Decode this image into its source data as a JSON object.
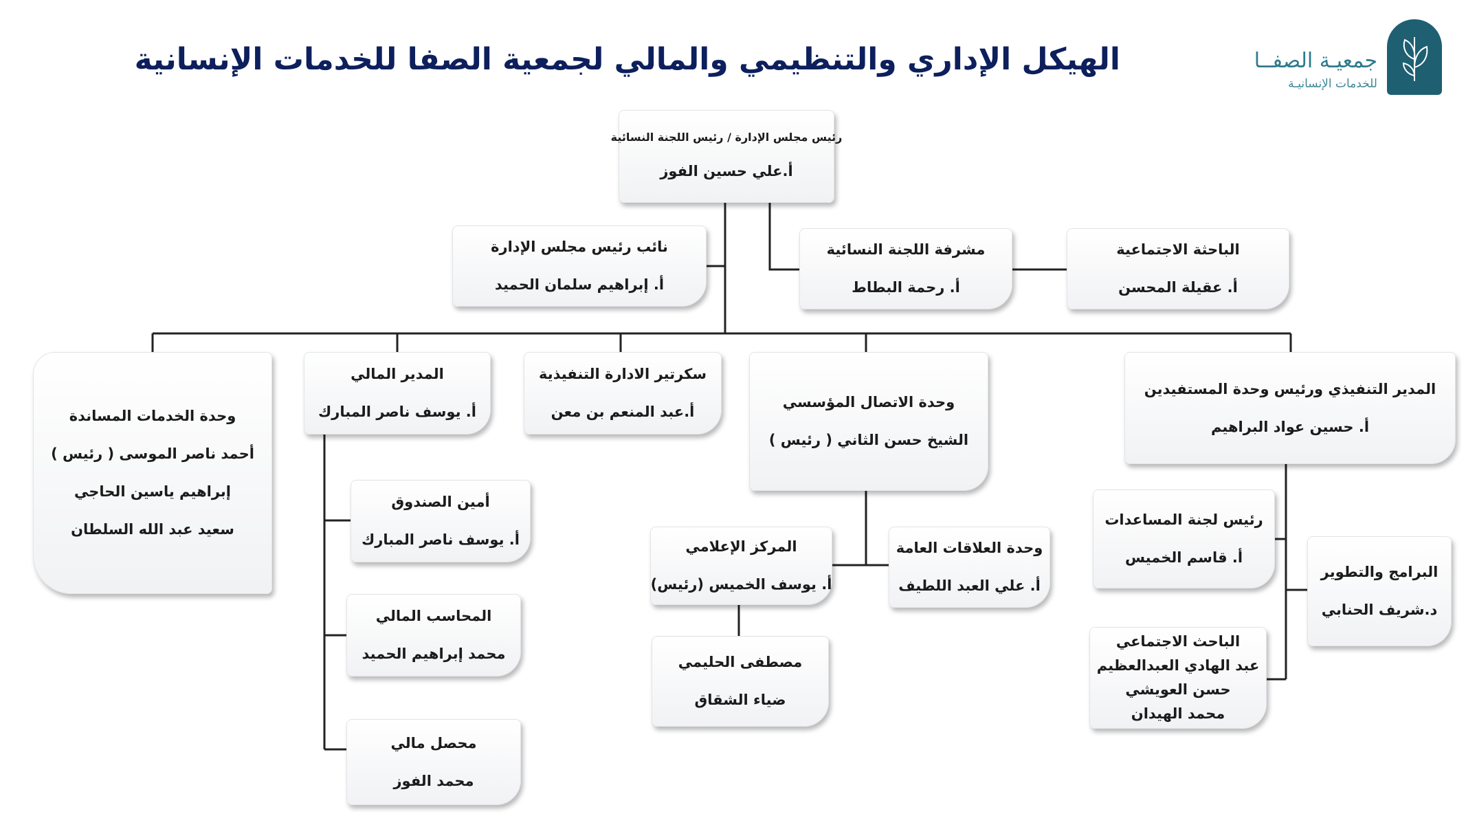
{
  "title": "الهيكل الإداري والتنظيمي والمالي لجمعية الصفا للخدمات الإنسانية",
  "logo": {
    "name": "جمعيـة الصفــا",
    "subtitle": "للخدمات الإنسانيـة",
    "icon": "leaf-icon",
    "color": "#1e5f72"
  },
  "colors": {
    "title": "#0d1f5c",
    "lines": "#222222"
  },
  "chart": {
    "chairman": {
      "role": "رئيس مجلس الإدارة / رئيس اللجنة النسائية",
      "name": "أ.علي حسين الفوز"
    },
    "vice_chairman": {
      "role": "نائب رئيس مجلس الإدارة",
      "name": "أ. إبراهيم سلمان الحميد"
    },
    "women_supervisor": {
      "role": "مشرفة اللجنة النسائية",
      "name": "أ. رحمة البطاط"
    },
    "social_researcher_f": {
      "role": "الباحثة الاجتماعية",
      "name": "أ. عقيلة المحسن"
    },
    "support_services": {
      "role": "وحدة الخدمات المساندة",
      "members": [
        "أحمد ناصر الموسى ( رئيس )",
        "إبراهيم ياسين الحاجي",
        "سعيد عبد الله السلطان"
      ]
    },
    "financial_manager": {
      "role": "المدير المالي",
      "name": "أ. يوسف ناصر المبارك"
    },
    "executive_secretary": {
      "role": "سكرتير الادارة التنفيذية",
      "name": "أ.عبد المنعم بن معن"
    },
    "corporate_comm": {
      "role": "وحدة الاتصال المؤسسي",
      "name": "الشيخ حسن الثاني ( رئيس )"
    },
    "executive_director": {
      "role": "المدير التنفيذي ورئيس وحدة المستفيدين",
      "name": "أ. حسين عواد البراهيم"
    },
    "treasurer": {
      "role": "أمين الصندوق",
      "name": "أ. يوسف ناصر المبارك"
    },
    "accountant": {
      "role": "المحاسب المالي",
      "name": "محمد إبراهيم الحميد"
    },
    "collector": {
      "role": "محصل مالي",
      "name": "محمد الفوز"
    },
    "media_center": {
      "role": "المركز الإعلامي",
      "name": "أ. يوسف الخميس (رئيس)"
    },
    "media_staff": {
      "line1": "مصطفى الحليمي",
      "line2": "ضياء الشقاق"
    },
    "public_relations": {
      "role": "وحدة العلاقات العامة",
      "name": "أ. علي العبد اللطيف"
    },
    "aid_committee": {
      "role": "رئيس لجنة المساعدات",
      "name": "أ. قاسم الخميس"
    },
    "programs": {
      "role": "البرامج والتطوير",
      "name": "د.شريف الحنابي"
    },
    "social_researchers": {
      "role": "الباحث الاجتماعي",
      "members": [
        "عبد الهادي العبدالعظيم",
        "حسن العويشي",
        "محمد الهيدان"
      ]
    }
  }
}
